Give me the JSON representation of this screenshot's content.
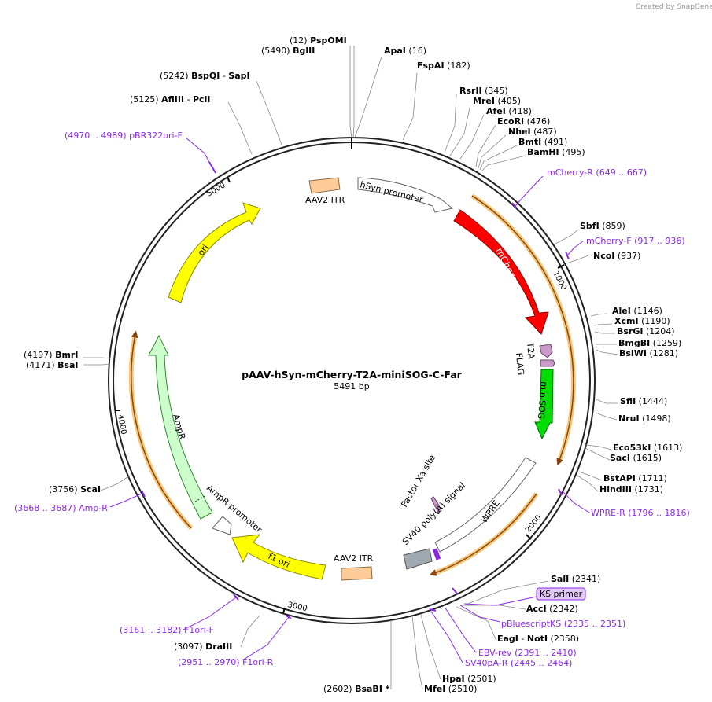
{
  "watermark": "Created by SnapGene",
  "plasmid": {
    "name": "pAAV-hSyn-mCherry-T2A-miniSOG-C-Far",
    "size_label": "5491 bp"
  },
  "ticks": [
    "1000",
    "2000",
    "3000",
    "4000",
    "5000"
  ],
  "enzymes": {
    "pspomi": {
      "pos": "(12)",
      "name": "PspOMI"
    },
    "bglii": {
      "pos": "(5490)",
      "name": "BglII"
    },
    "apai": {
      "pos": "(16)",
      "name": "ApaI"
    },
    "fspai": {
      "pos": "(182)",
      "name": "FspAI"
    },
    "bspqi": {
      "pos": "(5242)",
      "name": "BspQI",
      "name2": "SapI"
    },
    "afliii": {
      "pos": "(5125)",
      "name": "AflIII",
      "name2": "PciI"
    },
    "rsrii": {
      "pos": "(345)",
      "name": "RsrII"
    },
    "mrei": {
      "pos": "(405)",
      "name": "MreI"
    },
    "afei": {
      "pos": "(418)",
      "name": "AfeI"
    },
    "ecori": {
      "pos": "(476)",
      "name": "EcoRI"
    },
    "nhei": {
      "pos": "(487)",
      "name": "NheI"
    },
    "bmti": {
      "pos": "(491)",
      "name": "BmtI"
    },
    "bamhi": {
      "pos": "(495)",
      "name": "BamHI"
    },
    "sbfi": {
      "pos": "(859)",
      "name": "SbfI"
    },
    "ncoi": {
      "pos": "(937)",
      "name": "NcoI"
    },
    "alei": {
      "pos": "(1146)",
      "name": "AleI"
    },
    "xcmi": {
      "pos": "(1190)",
      "name": "XcmI"
    },
    "bsrgi": {
      "pos": "(1204)",
      "name": "BsrGI"
    },
    "bmgbi": {
      "pos": "(1259)",
      "name": "BmgBI"
    },
    "bsiwi": {
      "pos": "(1281)",
      "name": "BsiWI"
    },
    "sfii": {
      "pos": "(1444)",
      "name": "SfiI"
    },
    "nrui": {
      "pos": "(1498)",
      "name": "NruI"
    },
    "eco53ki": {
      "pos": "(1613)",
      "name": "Eco53kI"
    },
    "saci": {
      "pos": "(1615)",
      "name": "SacI"
    },
    "bstapi": {
      "pos": "(1711)",
      "name": "BstAPI"
    },
    "hindiii": {
      "pos": "(1731)",
      "name": "HindIII"
    },
    "sali": {
      "pos": "(2341)",
      "name": "SalI"
    },
    "acci": {
      "pos": "(2342)",
      "name": "AccI"
    },
    "eagi": {
      "pos": "(2358)",
      "name": "EagI",
      "name2": "NotI"
    },
    "hpai": {
      "pos": "(2501)",
      "name": "HpaI"
    },
    "mfei": {
      "pos": "(2510)",
      "name": "MfeI"
    },
    "bsabi": {
      "pos": "(2602)",
      "name": "BsaBI *"
    },
    "draiii": {
      "pos": "(3097)",
      "name": "DraIII"
    },
    "scai": {
      "pos": "(3756)",
      "name": "ScaI"
    },
    "bmri": {
      "pos": "(4197)",
      "name": "BmrI"
    },
    "bsai": {
      "pos": "(4171)",
      "name": "BsaI"
    }
  },
  "primers": {
    "pbr322": {
      "range": "(4970 .. 4989)",
      "name": "pBR322ori-F"
    },
    "mcherry_r": {
      "name": "mCherry-R",
      "range": "(649 .. 667)"
    },
    "mcherry_f": {
      "name": "mCherry-F",
      "range": "(917 .. 936)"
    },
    "wpre_r": {
      "name": "WPRE-R",
      "range": "(1796 .. 1816)"
    },
    "ks": {
      "name": "KS primer"
    },
    "pbluescript": {
      "name": "pBluescriptKS",
      "range": "(2335 .. 2351)"
    },
    "ebv": {
      "name": "EBV-rev",
      "range": "(2391 .. 2410)"
    },
    "sv40pa": {
      "name": "SV40pA-R",
      "range": "(2445 .. 2464)"
    },
    "f1ori_f": {
      "range": "(3161 .. 3182)",
      "name": "F1ori-F"
    },
    "f1ori_r": {
      "range": "(2951 .. 2970)",
      "name": "F1ori-R"
    },
    "amp_r": {
      "range": "(3668 .. 3687)",
      "name": "Amp-R"
    }
  },
  "features": {
    "aav2_itr_1": "AAV2 ITR",
    "hsyn": "hSyn promoter",
    "mcherry": "mCherry",
    "t2a": "T2A",
    "flag": "FLAG",
    "minisog": "miniSOG",
    "factor_xa": "Factor Xa site",
    "wpre": "WPRE",
    "sv40": "SV40 poly(A) signal",
    "aav2_itr_2": "AAV2 ITR",
    "f1_ori": "f1 ori",
    "ampr_promoter": "AmpR promoter",
    "ampr": "AmpR",
    "ori": "ori"
  },
  "colors": {
    "mcherry": "#ff0000",
    "minisog": "#00dd00",
    "ori": "#ffff00",
    "f1ori": "#ffff00",
    "ampr": "#ccffcc",
    "itr": "#ffcc99",
    "sv40": "#a0a8b0",
    "primer": "#8a2be2",
    "orf": "#f5a623",
    "tag": "#cc99cc"
  }
}
